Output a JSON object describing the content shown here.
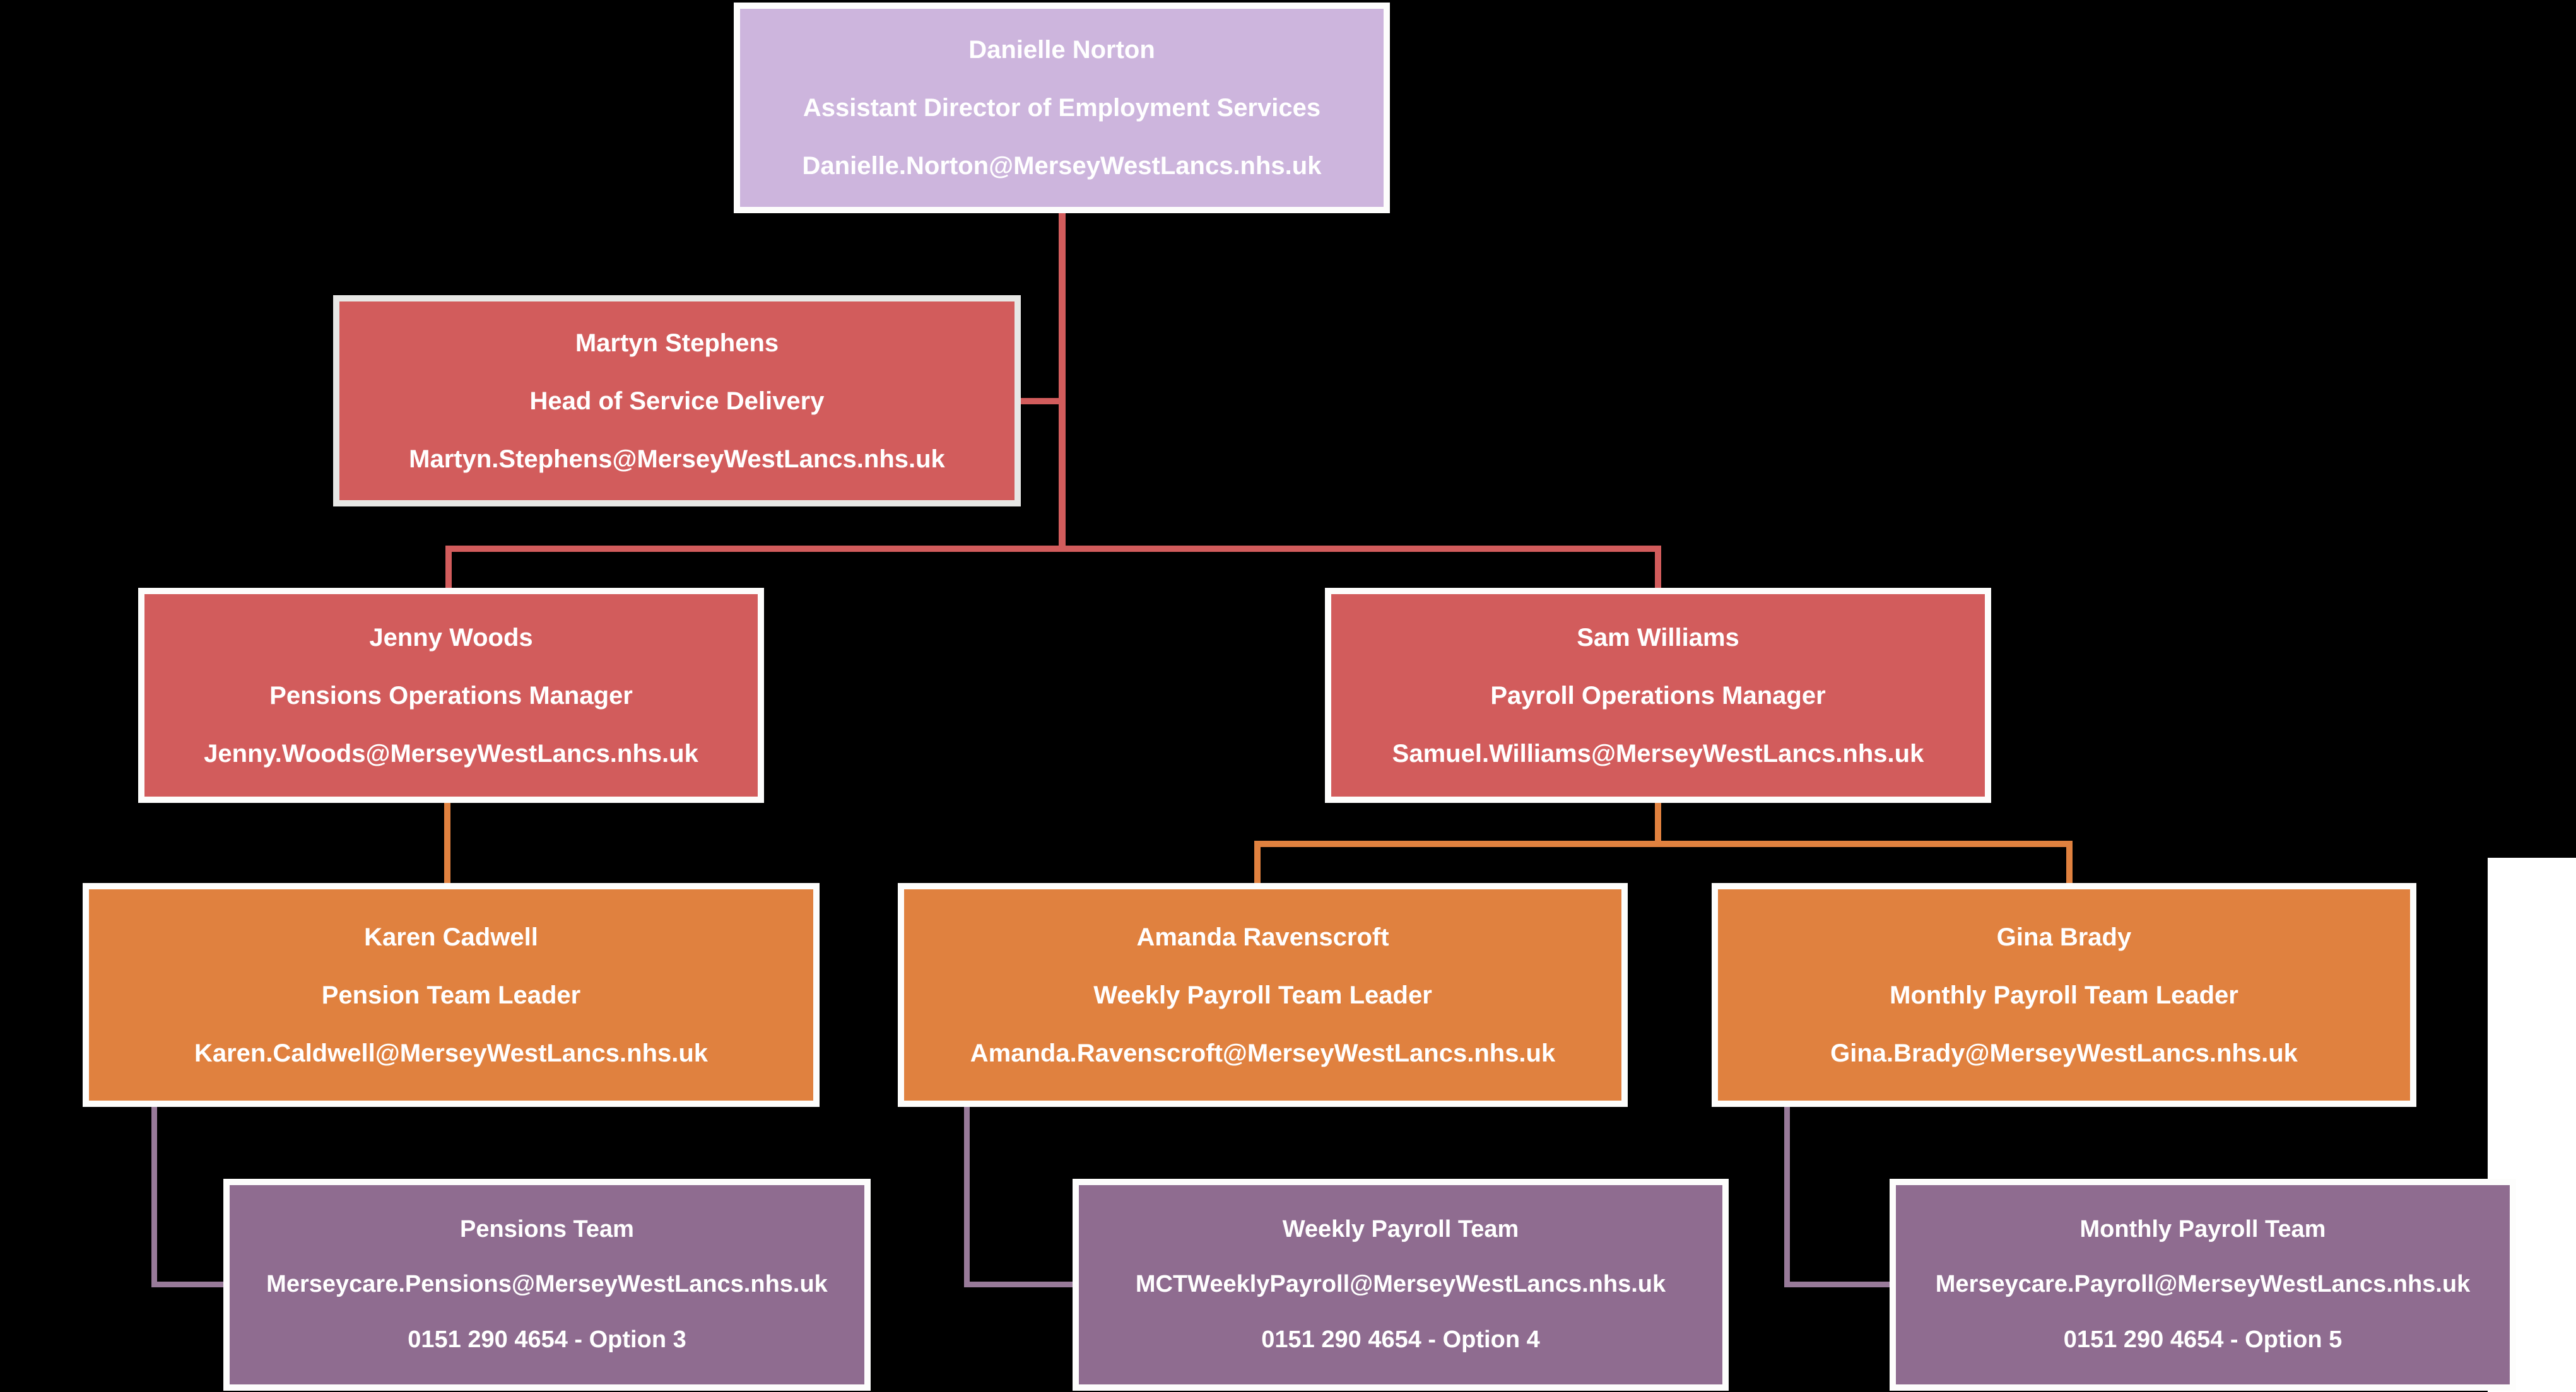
{
  "background": "#000000",
  "slide_margin_color": "#ffffff",
  "palette": {
    "level_director": "#cdb5dd",
    "level_manager": "#d25c5c",
    "level_team_leader": "#e0813f",
    "level_team": "#8f6c90",
    "connector_red": "#d25c5c",
    "connector_orange": "#e0813f",
    "connector_purple": "#987a99",
    "node_border": "#fdfdfc",
    "martyn_border": "#e7e7e5",
    "text": "#ffffff"
  },
  "nodes": [
    {
      "id": "danielle-norton",
      "lines": [
        "Danielle Norton",
        "Assistant Director of Employment Services",
        "Danielle.Norton@MerseyWestLancs.nhs.uk"
      ],
      "fill": "#cdb5dd",
      "border": "#fdfdfc"
    },
    {
      "id": "martyn-stephens",
      "lines": [
        "Martyn Stephens",
        "Head of Service Delivery",
        "Martyn.Stephens@MerseyWestLancs.nhs.uk"
      ],
      "fill": "#d25c5c",
      "border": "#e7e7e5"
    },
    {
      "id": "jenny-woods",
      "lines": [
        "Jenny Woods",
        "Pensions Operations Manager",
        "Jenny.Woods@MerseyWestLancs.nhs.uk"
      ],
      "fill": "#d25c5c",
      "border": "#fdfdfc"
    },
    {
      "id": "sam-williams",
      "lines": [
        "Sam Williams",
        "Payroll Operations Manager",
        "Samuel.Williams@MerseyWestLancs.nhs.uk"
      ],
      "fill": "#d25c5c",
      "border": "#fdfdfc"
    },
    {
      "id": "karen-cadwell",
      "lines": [
        "Karen Cadwell",
        "Pension Team Leader",
        "Karen.Caldwell@MerseyWestLancs.nhs.uk"
      ],
      "fill": "#e0813f",
      "border": "#fdfdfc"
    },
    {
      "id": "amanda-ravenscroft",
      "lines": [
        "Amanda Ravenscroft",
        "Weekly Payroll Team Leader",
        "Amanda.Ravenscroft@MerseyWestLancs.nhs.uk"
      ],
      "fill": "#e0813f",
      "border": "#fdfdfc"
    },
    {
      "id": "gina-brady",
      "lines": [
        "Gina Brady",
        "Monthly Payroll Team Leader",
        "Gina.Brady@MerseyWestLancs.nhs.uk"
      ],
      "fill": "#e0813f",
      "border": "#fdfdfc"
    },
    {
      "id": "pensions-team",
      "lines": [
        "Pensions Team",
        "Merseycare.Pensions@MerseyWestLancs.nhs.uk",
        "0151 290 4654 - Option 3"
      ],
      "fill": "#8f6c90",
      "border": "#fdfdfc"
    },
    {
      "id": "weekly-payroll-team",
      "lines": [
        "Weekly Payroll Team",
        "MCTWeeklyPayroll@MerseyWestLancs.nhs.uk",
        "0151 290 4654 - Option 4"
      ],
      "fill": "#8f6c90",
      "border": "#fdfdfc"
    },
    {
      "id": "monthly-payroll-team",
      "lines": [
        "Monthly Payroll Team",
        "Merseycare.Payroll@MerseyWestLancs.nhs.uk",
        "0151 290 4654 - Option 5"
      ],
      "fill": "#8f6c90",
      "border": "#fdfdfc"
    }
  ],
  "edges": [
    {
      "from": "danielle-norton",
      "to": "martyn-stephens",
      "color": "#d25c5c"
    },
    {
      "from": "danielle-norton",
      "to": "jenny-woods",
      "color": "#d25c5c"
    },
    {
      "from": "danielle-norton",
      "to": "sam-williams",
      "color": "#d25c5c"
    },
    {
      "from": "jenny-woods",
      "to": "karen-cadwell",
      "color": "#e0813f"
    },
    {
      "from": "sam-williams",
      "to": "amanda-ravenscroft",
      "color": "#e0813f"
    },
    {
      "from": "sam-williams",
      "to": "gina-brady",
      "color": "#e0813f"
    },
    {
      "from": "karen-cadwell",
      "to": "pensions-team",
      "color": "#987a99"
    },
    {
      "from": "amanda-ravenscroft",
      "to": "weekly-payroll-team",
      "color": "#987a99"
    },
    {
      "from": "gina-brady",
      "to": "monthly-payroll-team",
      "color": "#987a99"
    }
  ]
}
